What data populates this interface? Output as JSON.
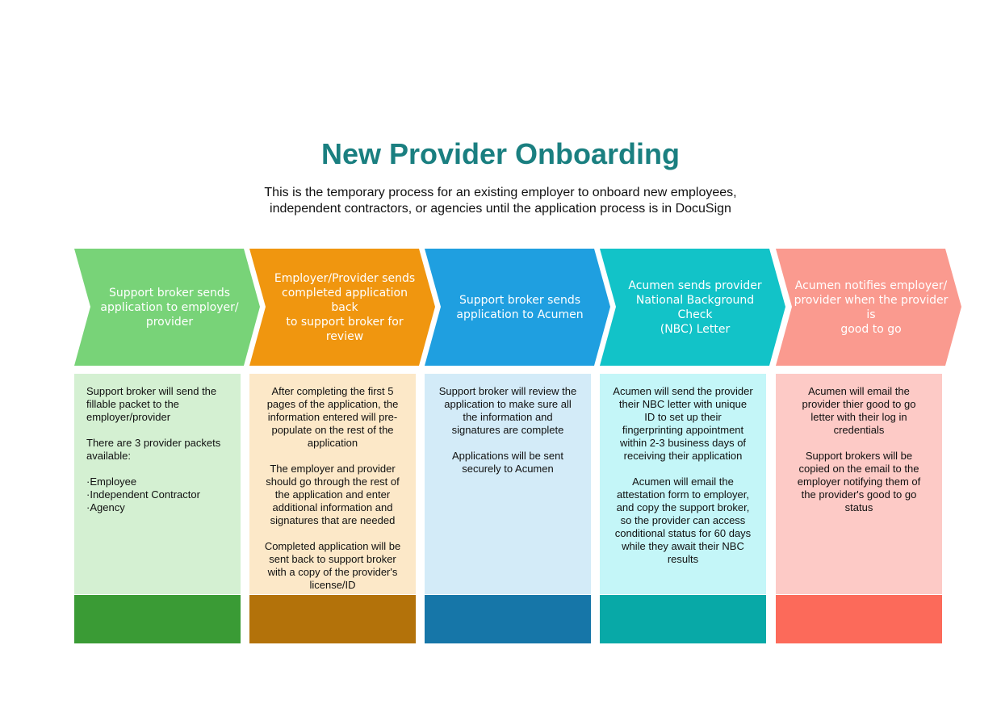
{
  "title": "New Provider Onboarding",
  "subtitle_line1": "This is the temporary process for an existing employer to onboard new employees,",
  "subtitle_line2": "independent contractors, or agencies until the application process is in DocuSign",
  "steps": [
    {
      "header_lines": [
        "Support broker sends",
        "application to employer/",
        "provider"
      ],
      "paragraphs": [
        [
          "Support broker will send the",
          "fillable packet to the",
          "employer/provider"
        ],
        [
          "There are 3 provider packets",
          "available:"
        ],
        [
          "·Employee",
          "·Independent Contractor",
          "·Agency"
        ]
      ],
      "colors": {
        "chevron": "#78d378",
        "body": "#d4f0d2",
        "footer": "#3a9b35"
      }
    },
    {
      "header_lines": [
        "Employer/Provider sends",
        "completed application back",
        "to support broker for review"
      ],
      "paragraphs": [
        [
          "After completing the first 5",
          "pages of the application, the",
          "information entered will pre-",
          "populate on the rest of the",
          "application"
        ],
        [
          "The employer and provider",
          "should go through the rest of",
          "the application and enter",
          "additional information and",
          "signatures that are needed"
        ],
        [
          "Completed application will be",
          "sent back to support broker",
          "with a copy of the provider's",
          "license/ID"
        ]
      ],
      "colors": {
        "chevron": "#f0960f",
        "body": "#fce8c8",
        "footer": "#b3720a"
      }
    },
    {
      "header_lines": [
        "Support broker sends",
        "application to Acumen"
      ],
      "paragraphs": [
        [
          "Support broker will review the",
          "application to make sure all",
          "the information and",
          "signatures are complete"
        ],
        [
          "Applications will be sent",
          "securely to Acumen"
        ]
      ],
      "colors": {
        "chevron": "#1f9fe0",
        "body": "#d3ebf8",
        "footer": "#1676a8"
      }
    },
    {
      "header_lines": [
        "Acumen sends provider",
        "National Background Check",
        "(NBC) Letter"
      ],
      "paragraphs": [
        [
          "Acumen will send the provider",
          "their NBC letter with unique",
          "ID to set up their",
          "fingerprinting appointment",
          "within 2-3 business days of",
          "receiving their application"
        ],
        [
          "Acumen will email the",
          "attestation form to employer,",
          "and copy the support broker,",
          "so the provider can access",
          "conditional status for 60 days",
          "while they await their NBC",
          "results"
        ]
      ],
      "colors": {
        "chevron": "#12c3c8",
        "body": "#c4f6f8",
        "footer": "#08a9a7"
      }
    },
    {
      "header_lines": [
        "Acumen notifies employer/",
        "provider when the provider is",
        "good to go"
      ],
      "paragraphs": [
        [
          "Acumen will email the",
          "provider thier good to go",
          "letter with their log in",
          "credentials"
        ],
        [
          "Support brokers will be",
          "copied on the email to the",
          "employer notifying them of",
          "the provider's good to go",
          "status"
        ]
      ],
      "colors": {
        "chevron": "#fa9a8f",
        "body": "#fdcac6",
        "footer": "#fc6a5a"
      }
    }
  ]
}
